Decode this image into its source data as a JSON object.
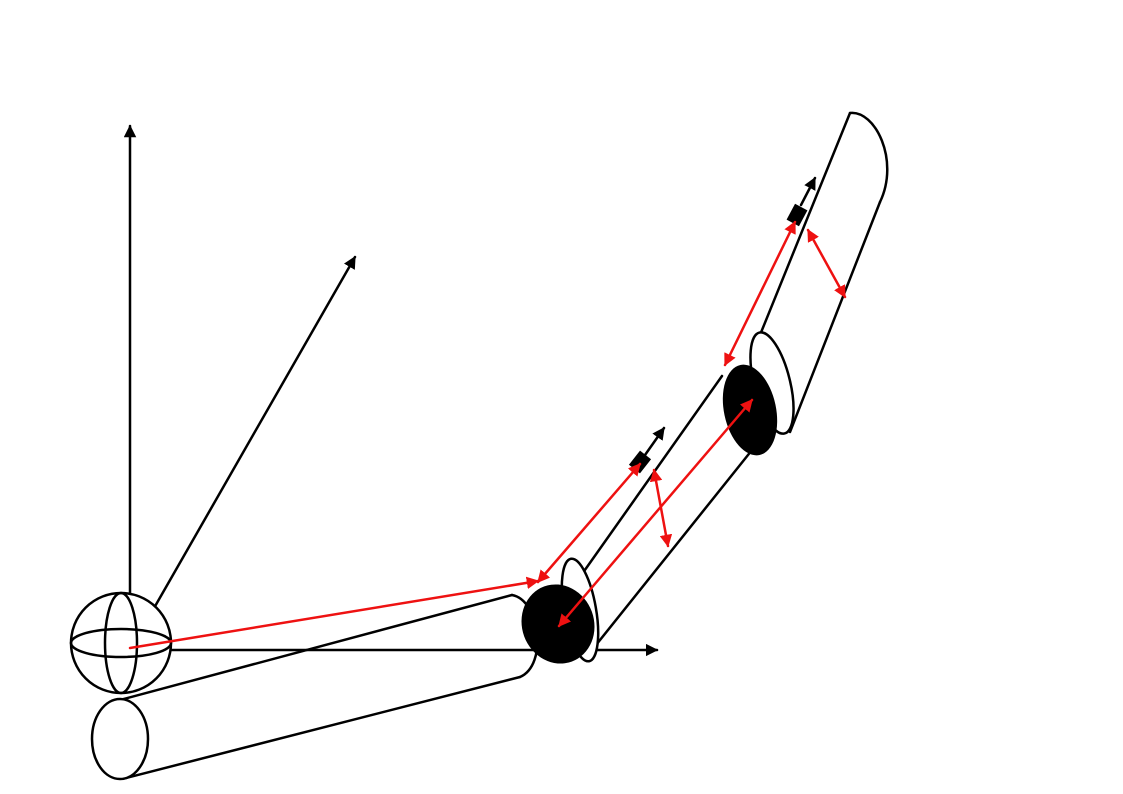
{
  "diagram": {
    "description_visible_text": "",
    "colors": {
      "structure": "#000000",
      "vector": "#ee1111",
      "background": "#ffffff"
    },
    "parts": {
      "axes": [
        "vertical-axis",
        "diagonal-axis",
        "horizontal-axis"
      ],
      "segments": [
        "segment-1",
        "segment-2",
        "segment-3"
      ],
      "joints": [
        "base-joint",
        "joint-2",
        "joint-3"
      ]
    }
  }
}
